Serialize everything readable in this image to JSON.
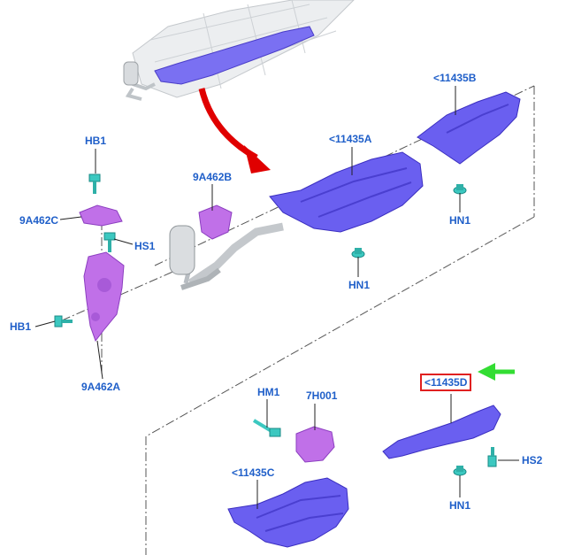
{
  "diagram": {
    "colors": {
      "label": "#1f5fc9",
      "callout_box": "#e02020",
      "red_arrow": "#e00000",
      "green_arrow": "#33dd33",
      "shield": "#6a5ff0",
      "shield_dark": "#3b2fc0",
      "bracket": "#c070e8",
      "fastener": "#3cc8c0",
      "pipe": "#cfd3d6",
      "body": "#e6e8ea"
    },
    "labels": {
      "hb1_top": "HB1",
      "bracket_9a462c": "9A462C",
      "hs1": "HS1",
      "hb1_left": "HB1",
      "bracket_9a462a": "9A462A",
      "bracket_9a462b": "9A462B",
      "shield_11435a": "<11435A",
      "shield_11435b": "<11435B",
      "hn1_center": "HN1",
      "hn1_right": "HN1",
      "hm1": "HM1",
      "part_7h001": "7H001",
      "shield_11435c": "<11435C",
      "shield_11435d": "<11435D",
      "hs2": "HS2",
      "hn1_bottom": "HN1"
    },
    "highlighted_label": "shield_11435d"
  }
}
